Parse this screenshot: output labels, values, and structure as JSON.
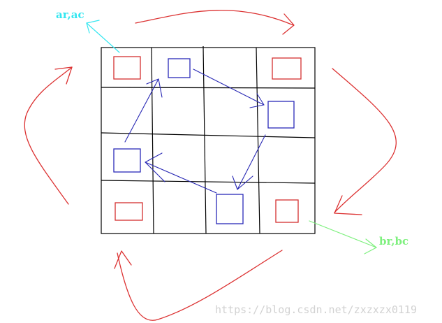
{
  "labels": {
    "top_left": "ar,ac",
    "bottom_right": "br,bc"
  },
  "watermark": "https://blog.csdn.net/zxzxzx0119",
  "colors": {
    "grid_line": "#000000",
    "outer_square": "#d43030",
    "inner_square": "#2a2ab8",
    "outer_arrow": "#dc3232",
    "inner_arrow": "#2828b4",
    "label_top_left": "#33e6f0",
    "label_bottom_right": "#7ef07e",
    "watermark": "#d2d2d2"
  }
}
